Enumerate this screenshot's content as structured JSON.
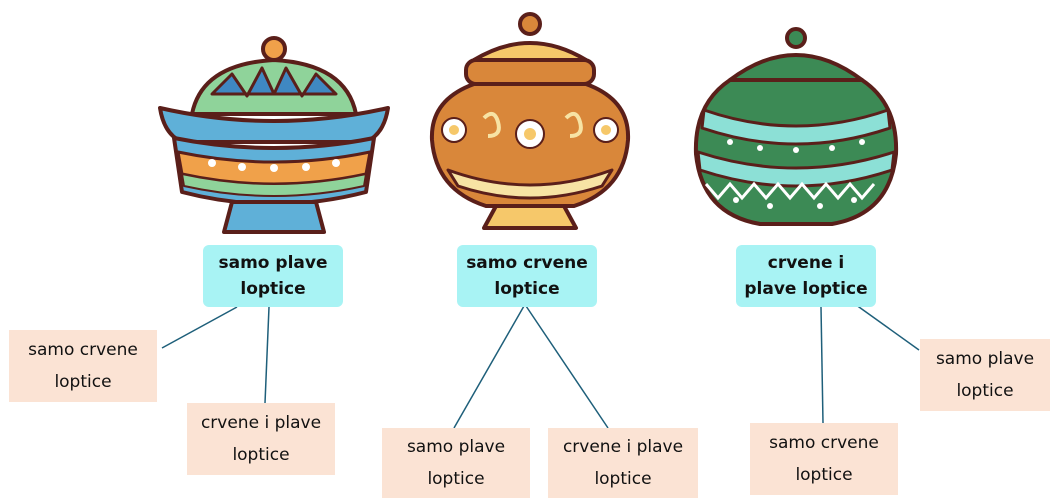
{
  "jars": [
    {
      "label": "samo plave loptice",
      "options": [
        "samo crvene loptice",
        "crvene i plave loptice"
      ],
      "colors": {
        "body": "#5fb0d8",
        "accent": "#8fd39a",
        "trim": "#f0a14a"
      }
    },
    {
      "label": "samo crvene loptice",
      "options": [
        "samo plave loptice",
        "crvene i plave loptice"
      ],
      "colors": {
        "body": "#d9873a",
        "accent": "#f6c86a",
        "trim": "#f7e3a4"
      }
    },
    {
      "label": "crvene i plave loptice",
      "options": [
        "samo crvene loptice",
        "samo plave loptice"
      ],
      "colors": {
        "body": "#3c8a55",
        "accent": "#8ce0d6",
        "trim": "#ffffff"
      }
    }
  ],
  "colors": {
    "label_bg": "#a8f3f4",
    "option_bg": "#fbe3d4",
    "line": "#1e5f7a",
    "outline": "#5a1f1a"
  }
}
